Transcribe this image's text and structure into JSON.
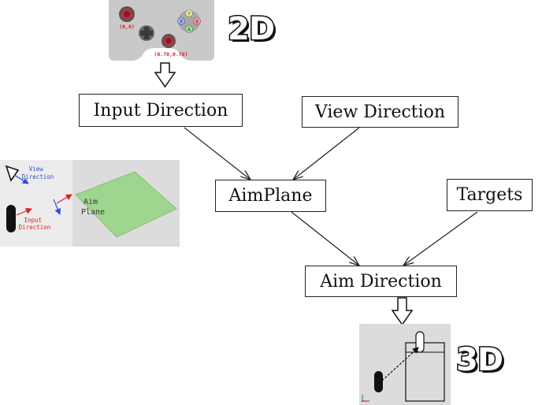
{
  "nodes": {
    "input_direction": "Input Direction",
    "view_direction": "View Direction",
    "aim_plane": "AimPlane",
    "targets": "Targets",
    "aim_direction": "Aim Direction"
  },
  "dimension_labels": {
    "two_d": "2D",
    "three_d": "3D"
  },
  "controller": {
    "left_stick_coord": "(0,0)",
    "right_stick_coord": "(0.78,0.78)",
    "face_buttons": {
      "x": "X",
      "y": "Y",
      "b": "B",
      "a": "A"
    }
  },
  "aimplane_illustration": {
    "view_direction": "View\nDirection",
    "input_direction": "Input\nDirection",
    "aim_plane": "Aim\nPlane"
  },
  "colors": {
    "controller_body": "#c9c9c9",
    "coord_text": "#d4202a",
    "plane_fill": "#9fd68f",
    "panel_bg": "#dcdcdc",
    "view_arrow": "#2f4fd0",
    "input_arrow": "#e02020"
  }
}
